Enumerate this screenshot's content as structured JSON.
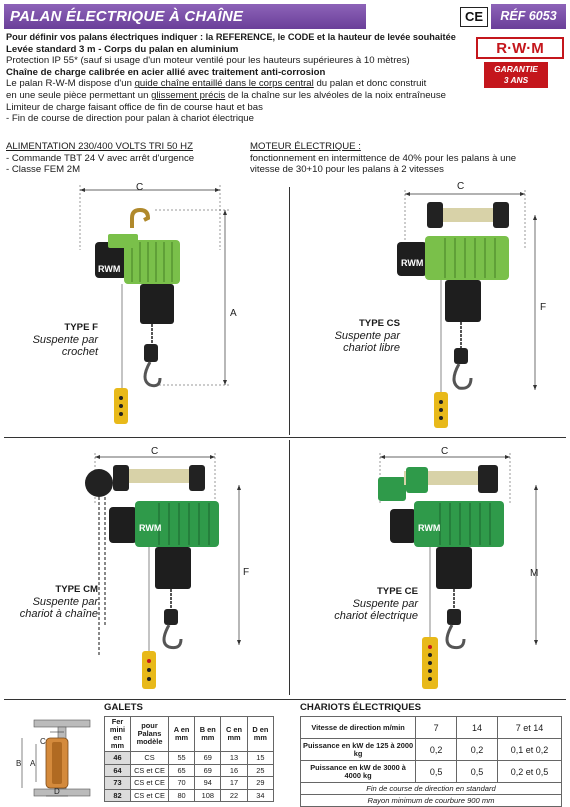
{
  "header": {
    "title": "PALAN ÉLECTRIQUE À CHAÎNE",
    "ce_mark": "CE",
    "ref": "RÉF 6053"
  },
  "brand": {
    "logo_text": "R·W·M",
    "garantie_line1": "GARANTIE",
    "garantie_line2": "3 ANS",
    "brand_red": "#c4161c",
    "header_purple": "#7a4ea8"
  },
  "intro": {
    "line1": "Pour définir vos palans électriques indiquer : la REFERENCE, le CODE et la hauteur de levée souhaitée",
    "line2": "Levée standard 3 m - Corps du palan en aluminium",
    "line3": "Protection IP 55* (sauf si usage d'un moteur ventilé pour les hauteurs supérieures à 10 mètres)",
    "line4": "Chaîne de charge calibrée en acier allié avec traitement anti-corrosion",
    "line5_a": "Le palan R-W-M dispose d'un ",
    "line5_u1": "guide chaîne entaillé dans le corps central",
    "line5_b": " du palan et donc construit",
    "line6_a": "en une seule pièce permettant un ",
    "line6_u1": "glissement précis",
    "line6_b": " de la chaîne sur les alvéoles de la noix entraîneuse",
    "line7": "Limiteur de charge faisant office de fin de course haut et bas",
    "line8": "- Fin de course de direction pour palan à chariot électrique"
  },
  "supply": {
    "head": "ALIMENTATION 230/400 VOLTS TRI 50 HZ",
    "item1": "- Commande TBT 24 V avec arrêt d'urgence",
    "item2": "- Classe FEM 2M"
  },
  "motor": {
    "head": "MOTEUR ÉLECTRIQUE :",
    "line1": "fonctionnement en intermittence de 40% pour les palans à une",
    "line2": "vitesse de 30+10 pour les palans à 2 vitesses"
  },
  "types": {
    "f": {
      "name": "TYPE F",
      "line1": "Suspente par",
      "line2": "crochet",
      "dim_c": "C",
      "dim_h": "A"
    },
    "cs": {
      "name": "TYPE CS",
      "line1": "Suspente par",
      "line2": "chariot libre",
      "dim_c": "C",
      "dim_h": "F"
    },
    "cm": {
      "name": "TYPE CM",
      "line1": "Suspente par",
      "line2": "chariot à chaîne",
      "dim_c": "C",
      "dim_h": "F"
    },
    "ce": {
      "name": "TYPE CE",
      "line1": "Suspente par",
      "line2": "chariot électrique",
      "dim_c": "C",
      "dim_h": "M"
    }
  },
  "galets": {
    "title": "GALETS",
    "headers": [
      "Fer mini en mm",
      "pour Palans modèle",
      "A en mm",
      "B en mm",
      "C en mm",
      "D en mm"
    ],
    "rows": [
      [
        "46",
        "CS",
        "55",
        "69",
        "13",
        "15"
      ],
      [
        "64",
        "CS et CE",
        "65",
        "69",
        "16",
        "25"
      ],
      [
        "73",
        "CS et CE",
        "70",
        "94",
        "17",
        "29"
      ],
      [
        "82",
        "CS et CE",
        "80",
        "108",
        "22",
        "34"
      ]
    ],
    "diagram_labels": {
      "a": "A",
      "b": "B",
      "c": "C",
      "d": "D"
    }
  },
  "chariots": {
    "title": "CHARIOTS ÉLECTRIQUES",
    "row1_label": "Vitesse de direction m/min",
    "row1_values": [
      "7",
      "14",
      "7 et 14"
    ],
    "row2_label": "Puissance en kW de 125 à 2000 kg",
    "row2_values": [
      "0,2",
      "0,2",
      "0,1 et 0,2"
    ],
    "row3_label": "Puissance en kW de 3000 à 4000 kg",
    "row3_values": [
      "0,5",
      "0,5",
      "0,2 et 0,5"
    ],
    "note1": "Fin de course de direction en standard",
    "note2": "Rayon minimum de courbure 900 mm"
  },
  "hoist_label": "RWM"
}
